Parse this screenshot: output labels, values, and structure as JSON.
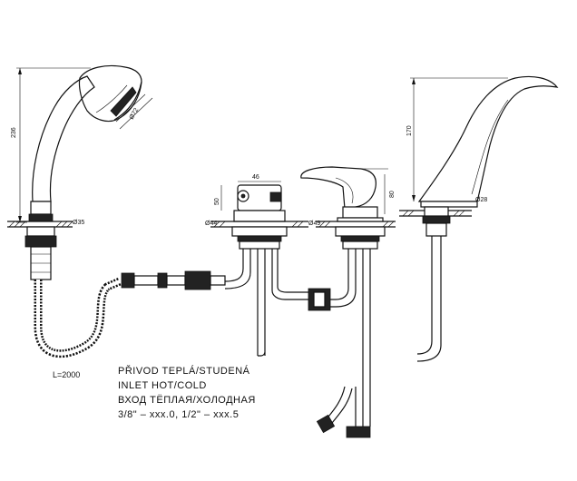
{
  "dimensions": {
    "shower_height": "236",
    "shower_head_dia": "Ø72",
    "shower_base_dia": "Ø35",
    "hose_length": "L=2000",
    "mixer_body_width": "46",
    "mixer_body_height": "50",
    "mixer_base_dia": "Ø44",
    "lever_height": "80",
    "lever_base_dia": "Ø49",
    "spout_height": "170",
    "spout_base_dia": "Ø28"
  },
  "notes": {
    "line1": "PŘIVOD TEPLÁ/STUDENÁ",
    "line2": "INLET HOT/COLD",
    "line3": "ВХОД ТЁПЛАЯ/ХОЛОДНАЯ",
    "line4": "3/8\" – xxx.0, 1/2\" – xxx.5"
  }
}
